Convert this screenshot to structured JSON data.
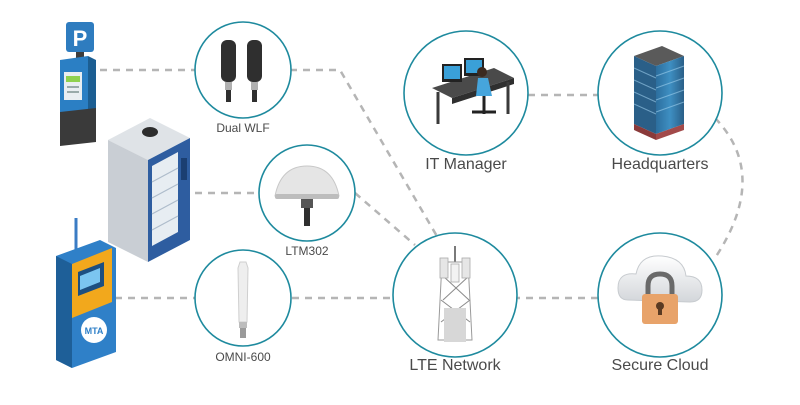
{
  "diagram": {
    "colors": {
      "circle_stroke": "#1e8a9e",
      "connector": "#b5b5b5",
      "label_text": "#4a4a4a"
    },
    "nodes": {
      "dual_wlf": {
        "label": "Dual WLF",
        "icon": "dual-antenna-icon"
      },
      "ltm302": {
        "label": "LTM302",
        "icon": "dome-antenna-icon"
      },
      "omni600": {
        "label": "OMNI-600",
        "icon": "omni-antenna-icon"
      },
      "it_manager": {
        "label": "IT Manager",
        "icon": "it-manager-workstation-icon"
      },
      "headquarters": {
        "label": "Headquarters",
        "icon": "headquarters-building-icon"
      },
      "lte_network": {
        "label": "LTE Network",
        "icon": "cell-tower-icon"
      },
      "secure_cloud": {
        "label": "Secure Cloud",
        "icon": "cloud-lock-icon"
      }
    },
    "devices": {
      "parking_meter": {
        "icon": "parking-meter-icon",
        "sign_letter": "P"
      },
      "vending_machine": {
        "icon": "vending-machine-icon"
      },
      "atm": {
        "icon": "atm-kiosk-icon",
        "logo_text": "MTA"
      }
    }
  }
}
